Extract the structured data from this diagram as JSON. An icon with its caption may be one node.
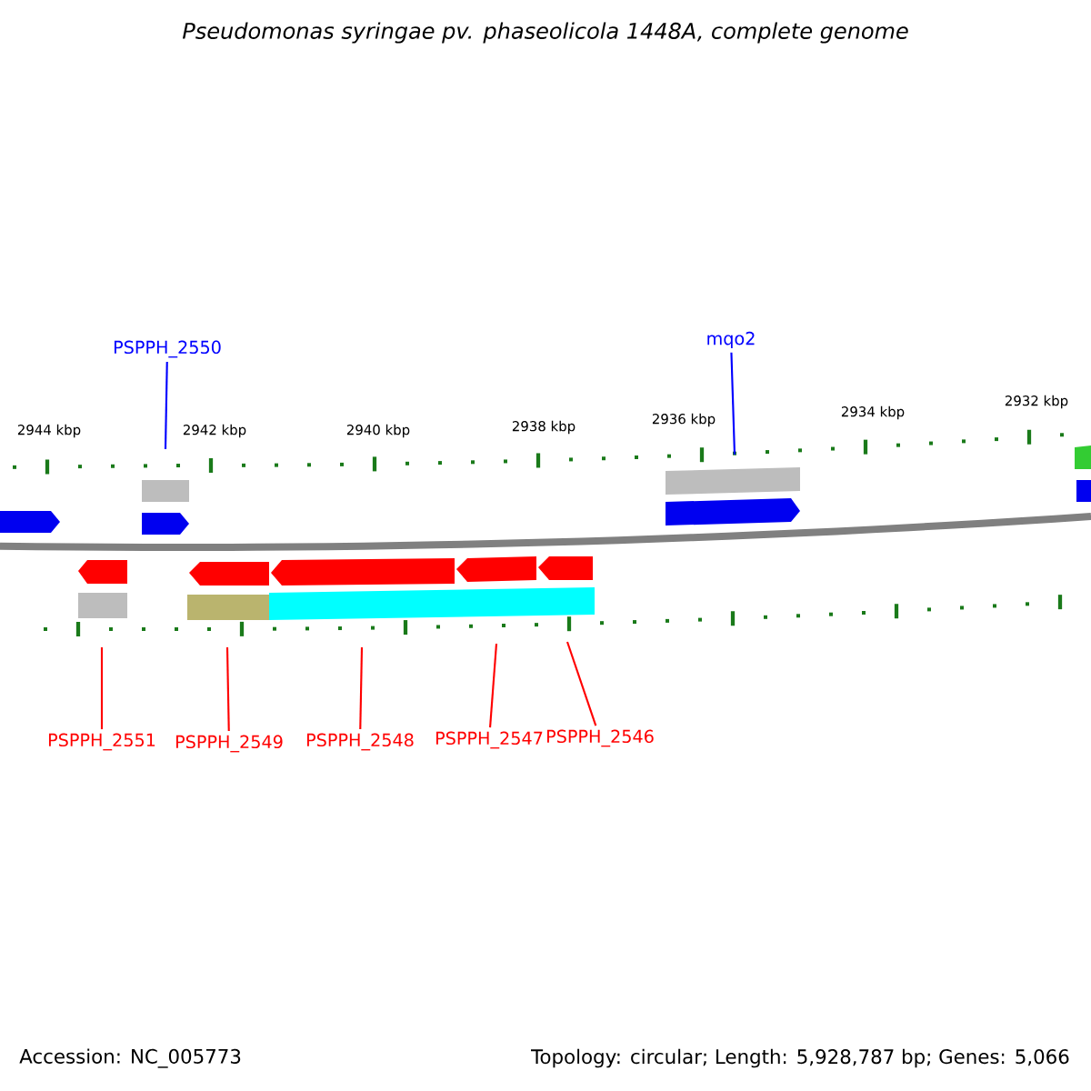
{
  "diagram": {
    "title": "Pseudomonas syringae pv. phaseolicola 1448A, complete genome",
    "nodes": [
      {
        "text": [
          "PSPPH_2550"
        ]
      },
      {
        "text": [
          "mqo2"
        ]
      },
      {
        "text": [
          "PSPPH_2551"
        ]
      },
      {
        "text": [
          "PSPPH_2549"
        ]
      },
      {
        "text": [
          "PSPPH_2548"
        ]
      },
      {
        "text": [
          "PSPPH_2547"
        ]
      },
      {
        "text": [
          "PSPPH_2546"
        ]
      }
    ],
    "edges": [
      {
        "from": 0,
        "to": null,
        "arrow": "none",
        "color": "#0000ff"
      },
      {
        "from": 1,
        "to": null,
        "arrow": "none",
        "color": "#0000ff"
      },
      {
        "from": 2,
        "to": null,
        "arrow": "none"
      },
      {
        "from": 3,
        "to": null,
        "arrow": "none"
      },
      {
        "from": 4,
        "to": null,
        "arrow": "none"
      },
      {
        "from": 5,
        "to": null,
        "arrow": "none"
      },
      {
        "from": 6,
        "to": null,
        "arrow": "none"
      }
    ],
    "labels": [
      "2944 kbp",
      "2942 kbp",
      "2940 kbp",
      "2938 kbp",
      "2936 kbp",
      "2934 kbp",
      "2932 kbp",
      "Accession: NC_005773",
      "Topology: circular; Length: 5,928,787 bp; Genes: 5,066"
    ]
  }
}
